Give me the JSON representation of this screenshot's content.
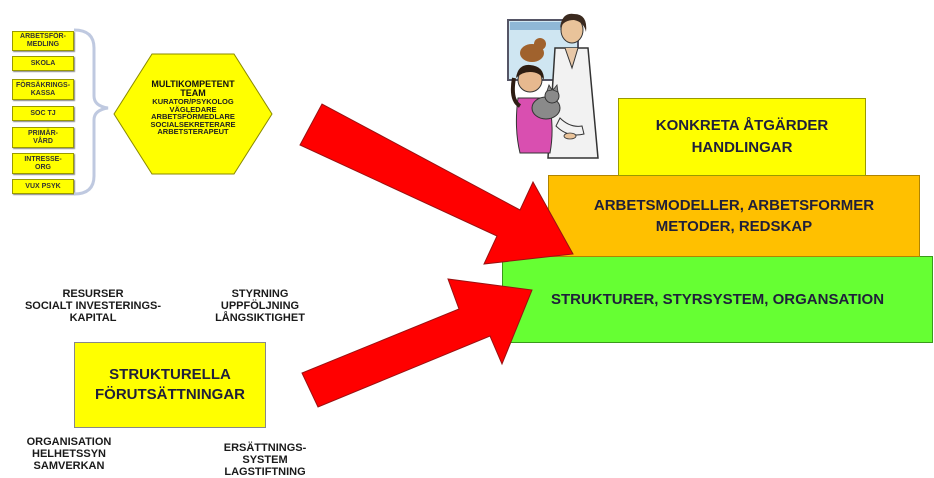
{
  "side_list": {
    "items": [
      "ARBETSFÖR-\nMEDLING",
      "SKOLA",
      "FÖRSÄKRINGS-\nKASSA",
      "SOC TJ",
      "PRIMÄR-\nVÅRD",
      "INTRESSE-\nORG",
      "VUX PSYK"
    ]
  },
  "hexagon": {
    "title": "MULTIKOMPETENT\nTEAM",
    "members": "KURATOR/PSYKOLOG\nVÄGLEDARE\nARBETSFÖRMEDLARE\nSOCIALSEKRETERARE\nARBETSTERAPEUT"
  },
  "captions": {
    "resurser": "RESURSER\nSOCIALT INVESTERINGS-\nKAPITAL",
    "styrning": "STYRNING\nUPPFÖLJNING\nLÅNGSIKTIGHET",
    "organisation": "ORGANISATION\nHELHETSSYN\nSAMVERKAN",
    "ersattning": "ERSÄTTNINGS-\nSYSTEM\nLAGSTIFTNING"
  },
  "strukturella_box": {
    "line1": "STRUKTURELLA",
    "line2": "FÖRUTSÄTTNINGAR"
  },
  "pyramid": {
    "top": [
      "KONKRETA ÅTGÄRDER",
      "HANDLINGAR"
    ],
    "middle": [
      "ARBETSMODELLER, ARBETSFORMER",
      "METODER, REDSKAP"
    ],
    "bottom": [
      "STRUKTURER, STYRSYSTEM, ORGANSATION"
    ]
  },
  "colors": {
    "yellow": "#ffff00",
    "orange": "#ffc000",
    "green": "#66ff33",
    "arrow_red": "#ff0000"
  },
  "icons": [
    "bracket-icon",
    "hexagon-icon",
    "arrow-icon",
    "clipart-vet-illustration"
  ]
}
